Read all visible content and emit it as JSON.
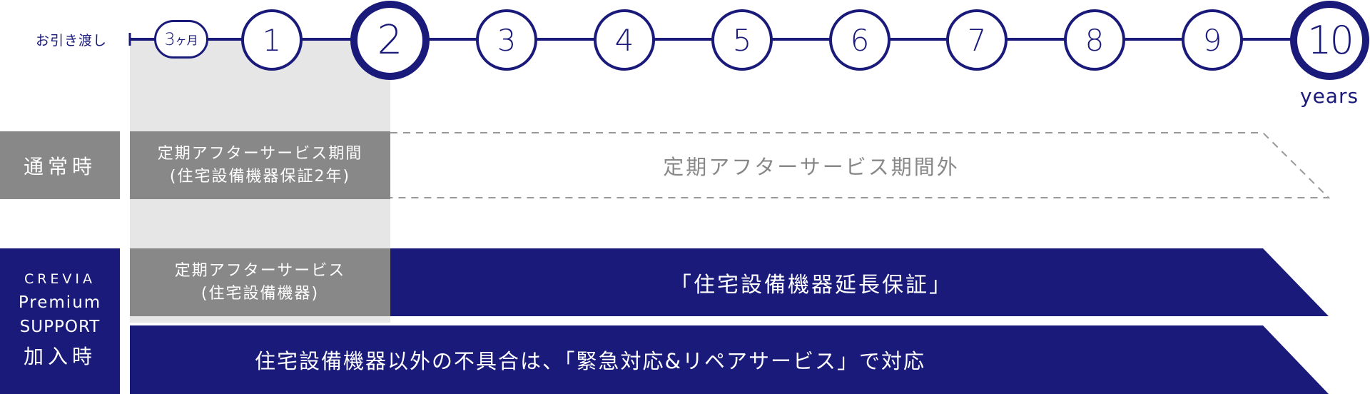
{
  "colors": {
    "navy": "#1a1a7a",
    "gray": "#888888",
    "light_gray_band": "#e6e6e6",
    "dashed_text": "#888888"
  },
  "timeline": {
    "start_label": "お引き渡し",
    "three_month_number": "3",
    "three_month_unit": "ヶ月",
    "years": [
      "1",
      "2",
      "3",
      "4",
      "5",
      "6",
      "7",
      "8",
      "9",
      "10"
    ],
    "years_unit": "years"
  },
  "rows": {
    "normal": {
      "label": "通常時",
      "period_line1": "定期アフターサービス期間",
      "period_line2": "(住宅設備機器保証2年)",
      "outside_label": "定期アフターサービス期間外"
    },
    "premium": {
      "label_line1": "CREVIA",
      "label_line2": "Premium",
      "label_line3": "SUPPORT",
      "label_line4": "加入時",
      "service_line1": "定期アフターサービス",
      "service_line2": "(住宅設備機器)",
      "extended_warranty": "「住宅設備機器延長保証」",
      "other_support": "住宅設備機器以外の不具合は、「緊急対応&リペアサービス」で対応"
    }
  }
}
